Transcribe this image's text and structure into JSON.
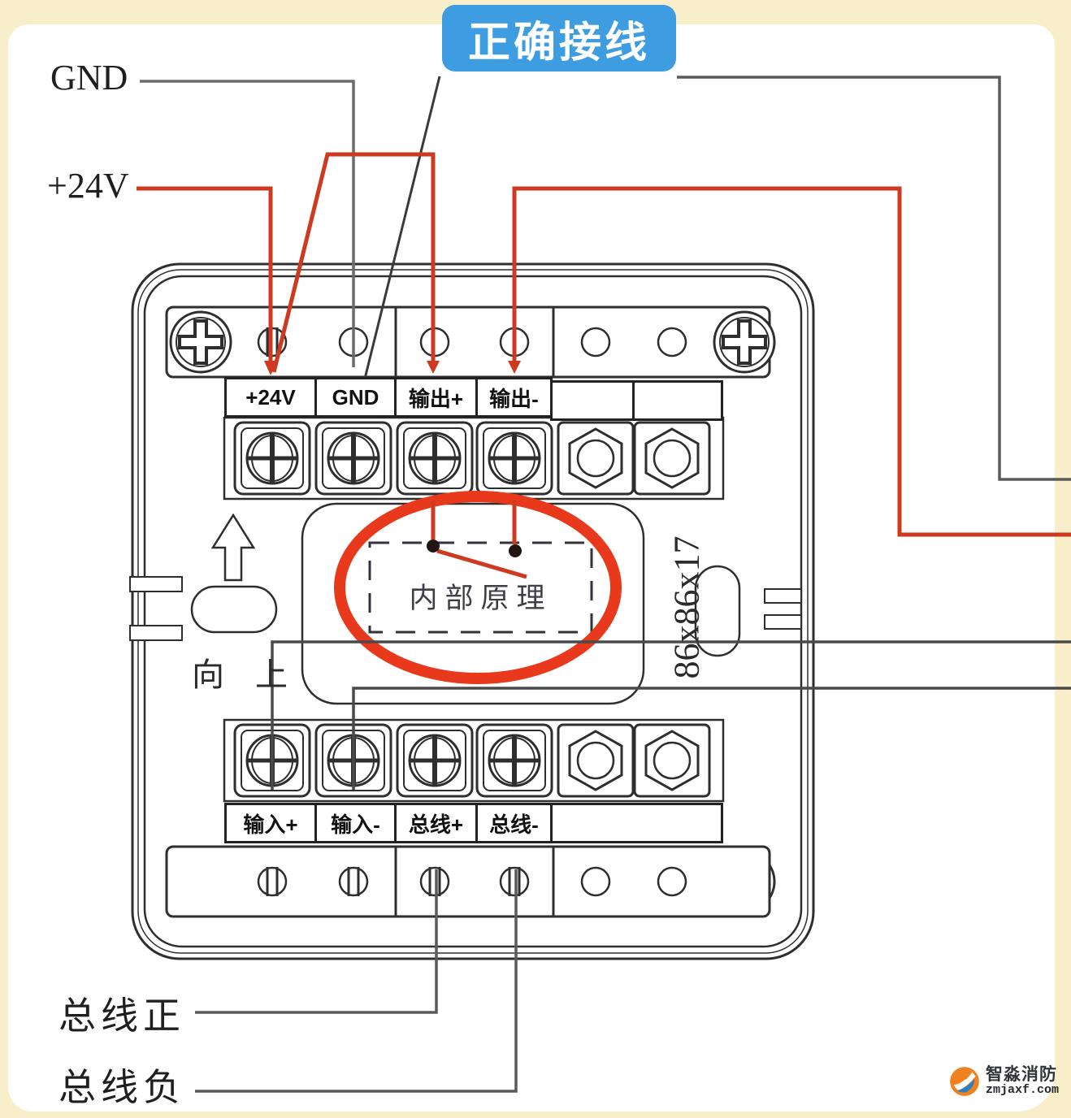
{
  "badge": {
    "label": "正确接线",
    "color": "#3d9de0"
  },
  "left_labels": {
    "gnd": "GND",
    "v24": "+24V"
  },
  "bottom_left_labels": {
    "bus_positive": "总线正",
    "bus_negative": "总线负"
  },
  "device": {
    "top_terminals": [
      "+24V",
      "GND",
      "输出+",
      "输出-"
    ],
    "bottom_terminals": [
      "输入+",
      "输入-",
      "总线+",
      "总线-"
    ],
    "inner_box_label": "内部原理",
    "orientation_label": "向 上",
    "dimension_label": "86x86x17"
  },
  "watermark": {
    "name": "智淼消防",
    "site": "zmjaxf.com"
  },
  "colors": {
    "wire_red": "#cd3a1f",
    "highlight_ellipse_red": "#e8391c",
    "badge_blue": "#3d9de0",
    "line_dark": "#2e2e2e",
    "wire_gray": "#5a5a5a",
    "background_cream": "#f8efca"
  }
}
